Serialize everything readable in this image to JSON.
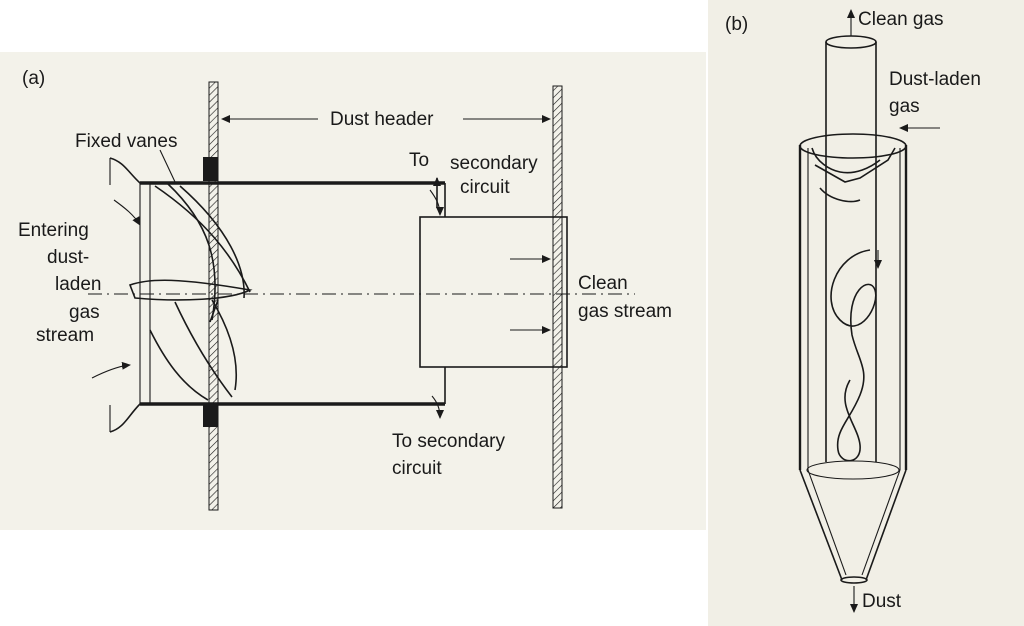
{
  "panel_a": {
    "panel_label": "(a)",
    "dust_header": "Dust header",
    "fixed_vanes": "Fixed vanes",
    "to_secondary_top_1": "To",
    "to_secondary_top_2": "secondary",
    "to_secondary_top_3": "circuit",
    "entering_1": "Entering",
    "entering_2": "dust-",
    "entering_3": "laden",
    "entering_4": "gas",
    "entering_5": "stream",
    "clean_1": "Clean",
    "clean_2": "gas stream",
    "to_secondary_bottom_1": "To secondary",
    "to_secondary_bottom_2": "circuit"
  },
  "panel_b": {
    "panel_label": "(b)",
    "clean_gas": "Clean gas",
    "dust_laden_1": "Dust-laden",
    "dust_laden_2": "gas",
    "dust": "Dust"
  }
}
